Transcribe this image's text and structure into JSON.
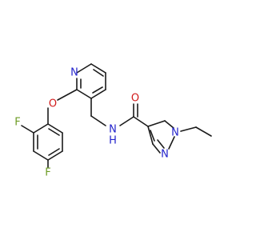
{
  "molecule": {
    "atoms": {
      "pyridine_n": "N",
      "ether_o": "O",
      "fluoro_top": "F",
      "fluoro_bottom": "F",
      "amide_nh": "N",
      "amide_h": "H",
      "amide_o": "O",
      "pyrazole_n1": "N",
      "pyrazole_n2": "N"
    }
  },
  "colors": {
    "bond": "#1a1a1a",
    "nitrogen": "#2323cc",
    "oxygen": "#d11a1a",
    "fluorine": "#6d9c24",
    "background": "#ffffff"
  }
}
